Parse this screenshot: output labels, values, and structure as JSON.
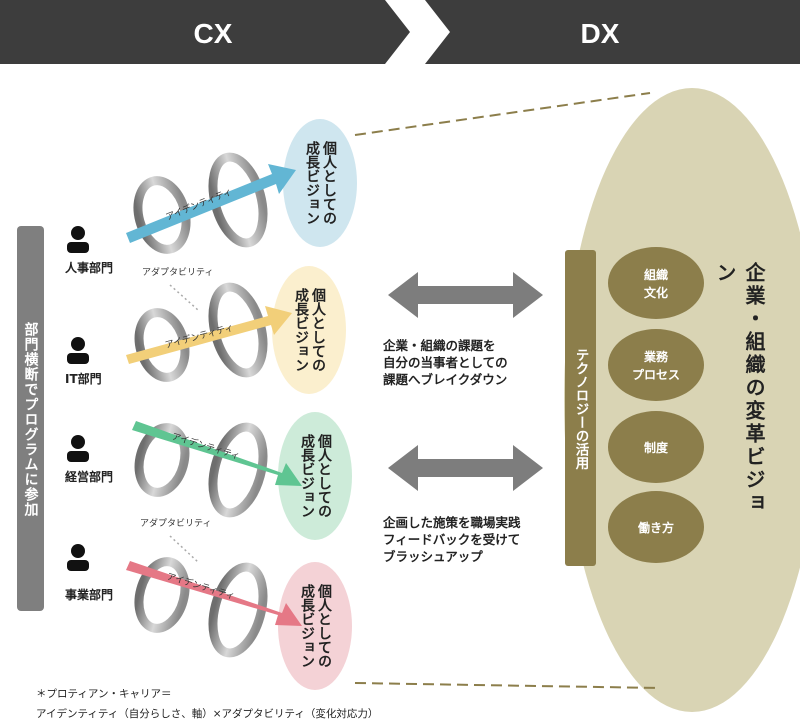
{
  "header": {
    "left": "CX",
    "right": "DX"
  },
  "left_bar": "部門横断でプログラムに参加",
  "departments": [
    {
      "name": "人事部門",
      "color": "#62b6d4",
      "vision_bg": "#cfe6ef"
    },
    {
      "name": "IT部門",
      "color": "#f2cf79",
      "vision_bg": "#fbefce"
    },
    {
      "name": "経営部門",
      "color": "#5fc592",
      "vision_bg": "#cdebd9"
    },
    {
      "name": "事業部門",
      "color": "#e57886",
      "vision_bg": "#f4d2d6"
    }
  ],
  "identity_label": "アイデンティティ",
  "adaptability_label": "アダプタビリティ",
  "vision_text": "個人としての\n成長ビジョン",
  "middle_text_1": "企業・組織の課題を\n自分の当事者としての\n課題へブレイクダウン",
  "middle_text_2": "企画した施策を職場実践\nフィードバックを受けて\nブラッシュアップ",
  "tech_bar": "テクノロジーの活用",
  "big_title": "企業・組織の変革ビジョン",
  "pills": [
    "組織\n文化",
    "業務\nプロセス",
    "制度",
    "働き方"
  ],
  "note_line1": "＊プロティアン・キャリア＝",
  "note_line2": "アイデンティティ（自分らしさ、軸）×アダプタビリティ（変化対応力）",
  "colors": {
    "header": "#3d3d3d",
    "olive": "#8c7e4b",
    "beige": "#d9d4b4",
    "gray_arrow": "#7d7d7d"
  }
}
